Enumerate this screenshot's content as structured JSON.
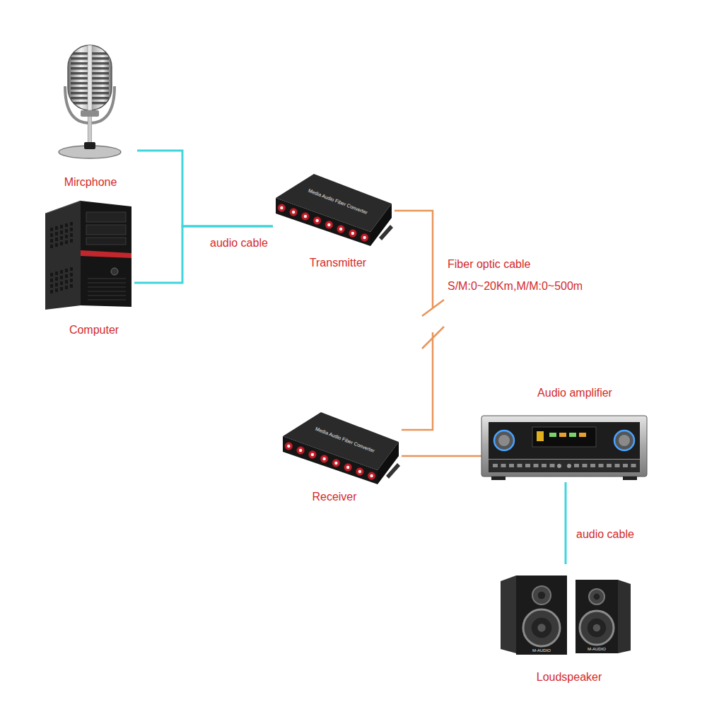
{
  "diagram": {
    "nodes": [
      {
        "text": [
          "Mircphone"
        ]
      },
      {
        "text": [
          "Computer"
        ]
      },
      {
        "text": [
          "Transmitter"
        ]
      },
      {
        "text": [
          "Receiver"
        ]
      },
      {
        "text": [
          "Audio amplifier"
        ]
      },
      {
        "text": [
          "Loudspeaker"
        ]
      }
    ],
    "edges": [
      {
        "from": 0,
        "to": 2,
        "arrow": "none"
      },
      {
        "from": 1,
        "to": 2,
        "label": "audio cable",
        "arrow": "none"
      },
      {
        "from": 2,
        "to": 3,
        "label": "Fiber optic cable S/M:0~20Km,M/M:0~500m",
        "arrow": "none"
      },
      {
        "from": 3,
        "to": 4,
        "arrow": "none"
      },
      {
        "from": 4,
        "to": 5,
        "label": "audio cable",
        "arrow": "none"
      }
    ],
    "labels": [
      "Media Audio Fiber Converter",
      "Media Audio Fiber Converter",
      "M-AUDIO",
      "M-AUDIO"
    ]
  }
}
